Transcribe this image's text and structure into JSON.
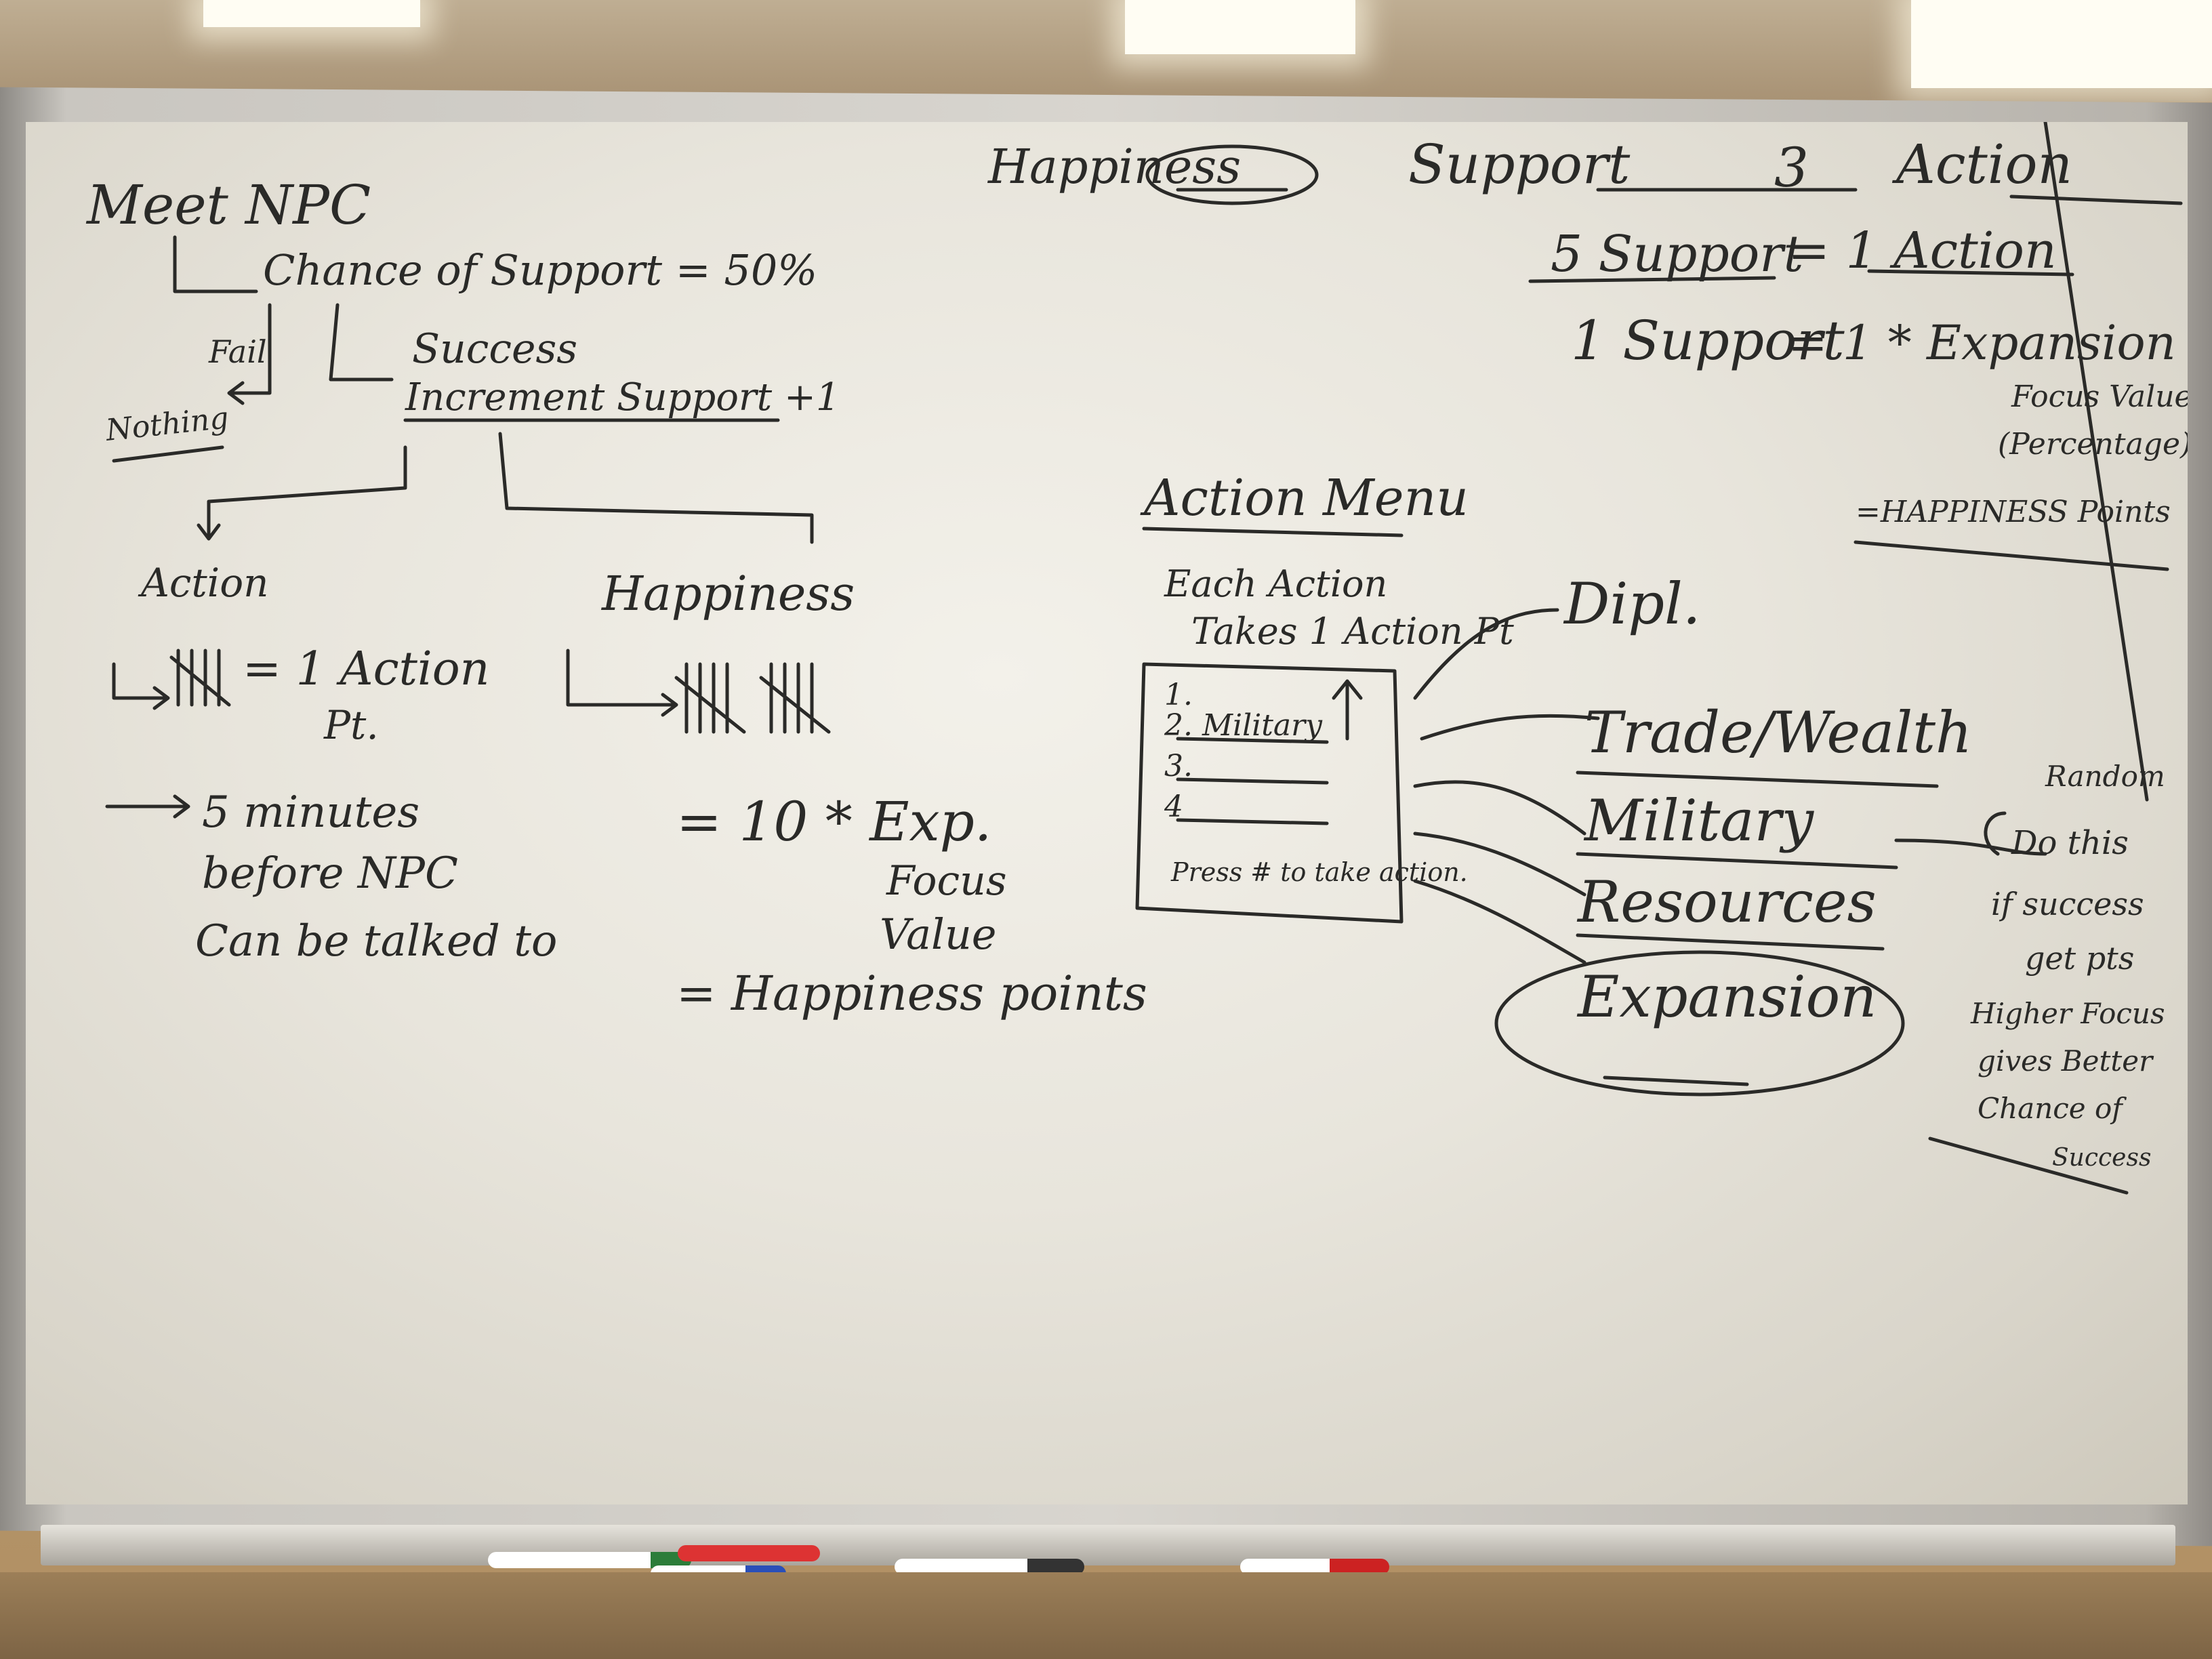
{
  "scene": {
    "colors": {
      "board": "#efede6",
      "ink": "#2a2a28",
      "frame": "#cfccc5",
      "wall": "#b89a6e"
    }
  },
  "header": {
    "happiness": "Happiness",
    "support": "Support",
    "support_value": "3",
    "action": "Action"
  },
  "flow": {
    "meet_npc": "Meet NPC",
    "chance": "Chance of Support = 50%",
    "fail": "Fail",
    "nothing": "Nothing",
    "success": "Success",
    "increment": "Increment Support +1"
  },
  "action_section": {
    "title": "Action",
    "rule": "= 1 Action",
    "rule_unit": "Pt.",
    "cooldown_line1": "5 minutes",
    "cooldown_line2": "before NPC",
    "cooldown_line3": "Can be talked to"
  },
  "happiness_section": {
    "title": "Happiness",
    "formula_line1": "= 10 * Exp.",
    "formula_line2": "Focus",
    "formula_line3": "Value",
    "formula_line4": "= Happiness points"
  },
  "conversion": {
    "line1_left": "5 Support",
    "line1_right": "= 1 Action",
    "line2_left": "1 Support",
    "line2_right": "= 1 * Expansion",
    "line3": "Focus Value",
    "line4": "(Percentage)",
    "line5": "=HAPPINESS Points"
  },
  "action_menu": {
    "title": "Action Menu",
    "note_line1": "Each Action",
    "note_line2": "Takes 1 Action Pt",
    "items": [
      "1.",
      "2. Military",
      "3.",
      "4"
    ],
    "press_hint": "Press # to take action."
  },
  "categories": [
    "Dipl.",
    "Trade/Wealth",
    "Military",
    "Resources",
    "Expansion"
  ],
  "random_note": {
    "title": "Random",
    "line1": "Do this",
    "line2": "if success",
    "line3": "get pts",
    "line4": "Higher Focus",
    "line5": "gives Better",
    "line6": "Chance of",
    "line7": "Success"
  }
}
